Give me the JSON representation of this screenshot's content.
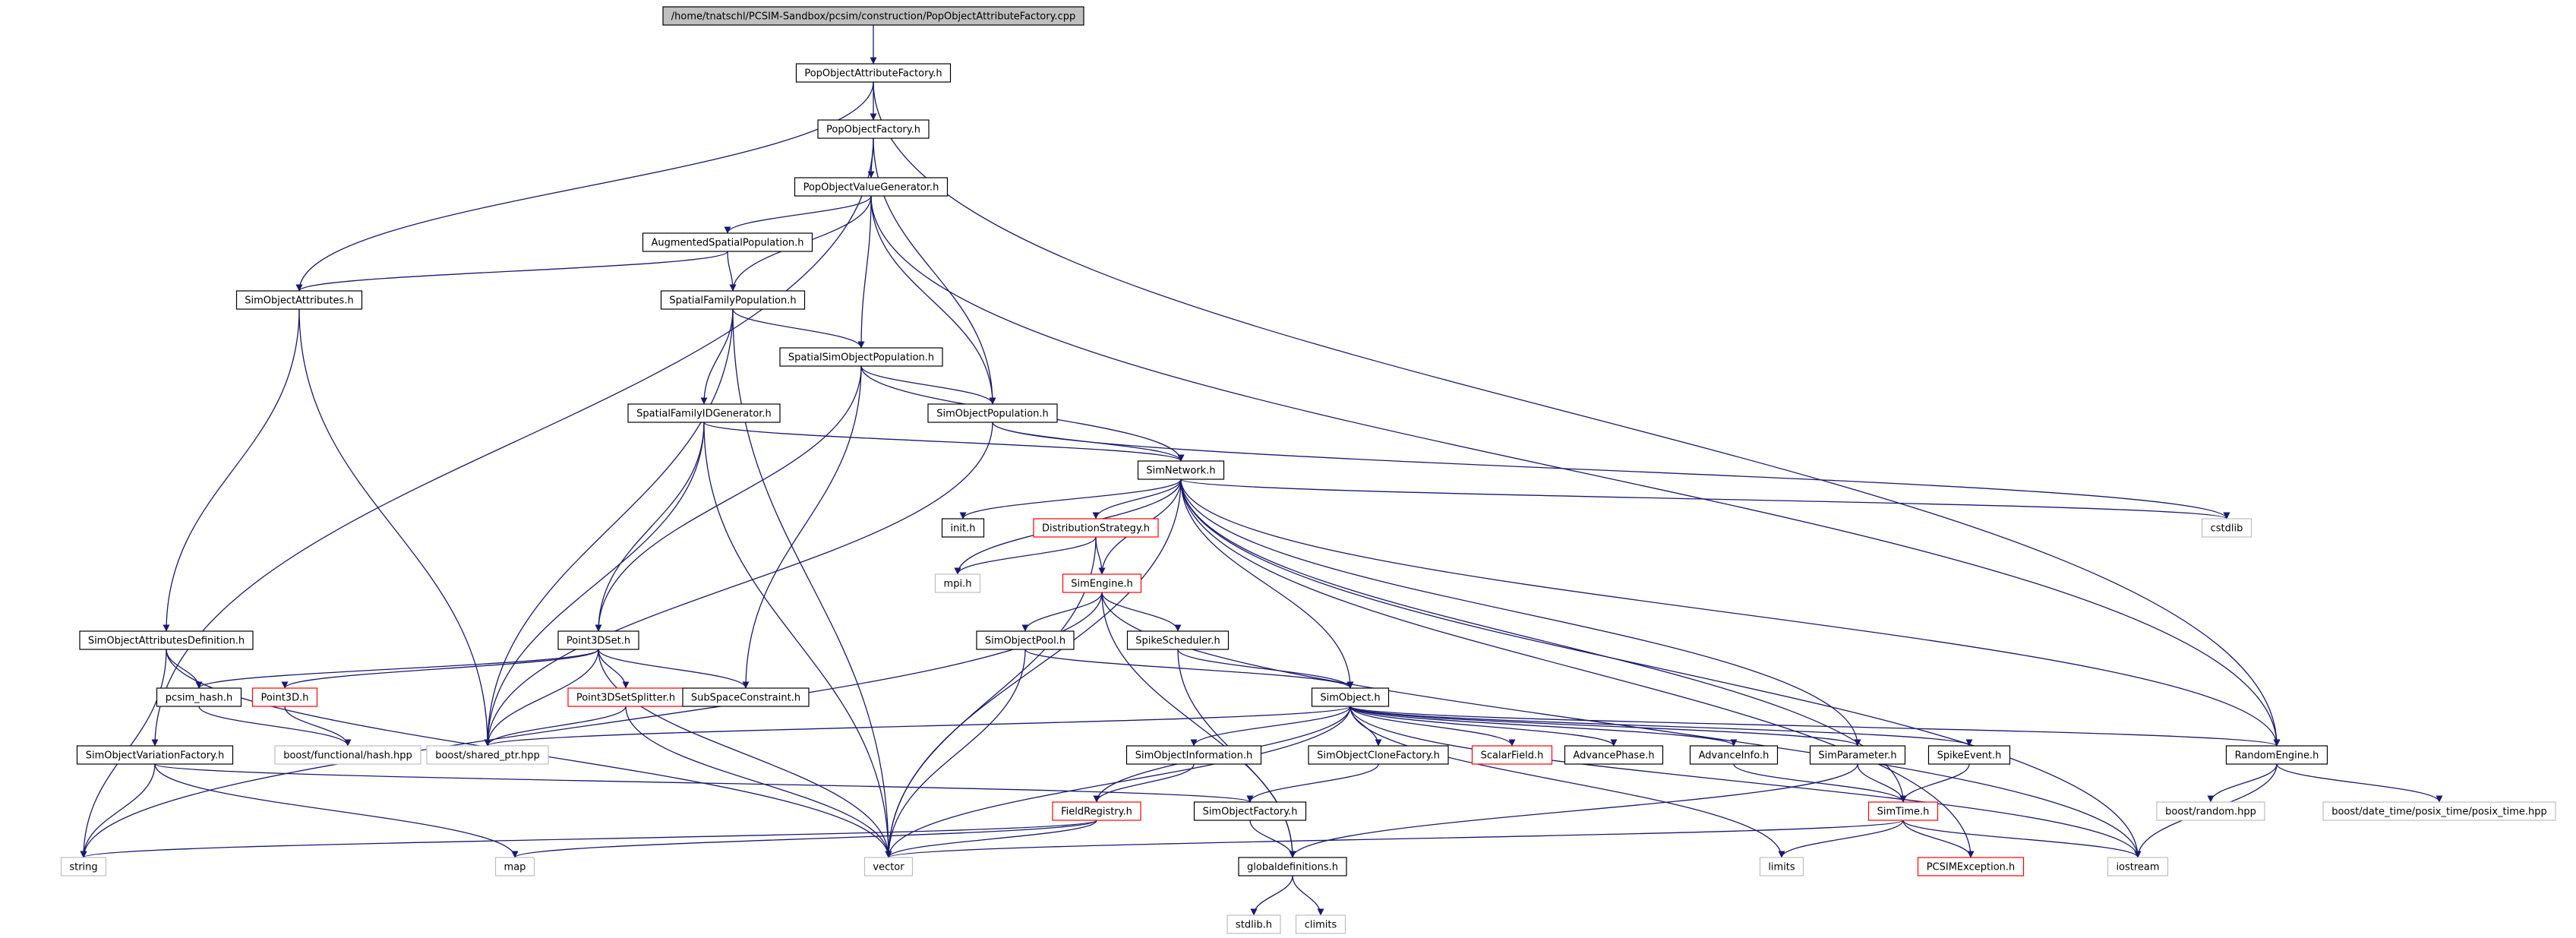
{
  "colors": {
    "edge": "#191970",
    "border_normal": "#000000",
    "border_truncated": "#ff0000",
    "border_external": "#bfbfbf",
    "fill_root": "#bfbfbf",
    "text": "#000000",
    "background": "#ffffff"
  },
  "nodes": [
    {
      "id": "n0",
      "label": "/home/tnatschl/PCSIM-Sandbox/pcsim/construction/PopObjectAttributeFactory.cpp",
      "kind": "root"
    },
    {
      "id": "n1",
      "label": "PopObjectAttributeFactory.h",
      "kind": "normal"
    },
    {
      "id": "n2",
      "label": "PopObjectFactory.h",
      "kind": "normal"
    },
    {
      "id": "n3",
      "label": "PopObjectValueGenerator.h",
      "kind": "normal"
    },
    {
      "id": "n4",
      "label": "AugmentedSpatialPopulation.h",
      "kind": "normal"
    },
    {
      "id": "n5",
      "label": "SimObjectAttributes.h",
      "kind": "normal"
    },
    {
      "id": "n6",
      "label": "SpatialFamilyPopulation.h",
      "kind": "normal"
    },
    {
      "id": "n7",
      "label": "SpatialSimObjectPopulation.h",
      "kind": "normal"
    },
    {
      "id": "n8",
      "label": "SpatialFamilyIDGenerator.h",
      "kind": "normal"
    },
    {
      "id": "n9",
      "label": "SimObjectPopulation.h",
      "kind": "normal"
    },
    {
      "id": "n10",
      "label": "SimNetwork.h",
      "kind": "normal"
    },
    {
      "id": "n11",
      "label": "cstdlib",
      "kind": "external"
    },
    {
      "id": "n12",
      "label": "init.h",
      "kind": "normal"
    },
    {
      "id": "n13",
      "label": "DistributionStrategy.h",
      "kind": "truncated"
    },
    {
      "id": "n14",
      "label": "mpi.h",
      "kind": "external"
    },
    {
      "id": "n15",
      "label": "SimEngine.h",
      "kind": "truncated"
    },
    {
      "id": "n16",
      "label": "SimObjectAttributesDefinition.h",
      "kind": "normal"
    },
    {
      "id": "n17",
      "label": "Point3DSet.h",
      "kind": "normal"
    },
    {
      "id": "n18",
      "label": "SimObjectPool.h",
      "kind": "normal"
    },
    {
      "id": "n19",
      "label": "SpikeScheduler.h",
      "kind": "normal"
    },
    {
      "id": "n20",
      "label": "pcsim_hash.h",
      "kind": "normal"
    },
    {
      "id": "n21",
      "label": "Point3D.h",
      "kind": "truncated"
    },
    {
      "id": "n22",
      "label": "Point3DSetSplitter.h",
      "kind": "truncated"
    },
    {
      "id": "n23",
      "label": "SubSpaceConstraint.h",
      "kind": "normal"
    },
    {
      "id": "n24",
      "label": "SimObject.h",
      "kind": "normal"
    },
    {
      "id": "n25",
      "label": "boost/functional/hash.hpp",
      "kind": "external"
    },
    {
      "id": "n26",
      "label": "boost/shared_ptr.hpp",
      "kind": "external"
    },
    {
      "id": "n27",
      "label": "SimObjectVariationFactory.h",
      "kind": "normal"
    },
    {
      "id": "n28",
      "label": "SimObjectInformation.h",
      "kind": "normal"
    },
    {
      "id": "n29",
      "label": "SimObjectCloneFactory.h",
      "kind": "normal"
    },
    {
      "id": "n30",
      "label": "ScalarField.h",
      "kind": "truncated"
    },
    {
      "id": "n31",
      "label": "AdvancePhase.h",
      "kind": "normal"
    },
    {
      "id": "n32",
      "label": "AdvanceInfo.h",
      "kind": "normal"
    },
    {
      "id": "n33",
      "label": "SimParameter.h",
      "kind": "normal"
    },
    {
      "id": "n34",
      "label": "SpikeEvent.h",
      "kind": "normal"
    },
    {
      "id": "n35",
      "label": "RandomEngine.h",
      "kind": "normal"
    },
    {
      "id": "n36",
      "label": "FieldRegistry.h",
      "kind": "truncated"
    },
    {
      "id": "n37",
      "label": "SimObjectFactory.h",
      "kind": "normal"
    },
    {
      "id": "n38",
      "label": "SimTime.h",
      "kind": "truncated"
    },
    {
      "id": "n39",
      "label": "boost/random.hpp",
      "kind": "external"
    },
    {
      "id": "n40",
      "label": "boost/date_time/posix_time/posix_time.hpp",
      "kind": "external"
    },
    {
      "id": "n41",
      "label": "string",
      "kind": "external"
    },
    {
      "id": "n42",
      "label": "map",
      "kind": "external"
    },
    {
      "id": "n43",
      "label": "vector",
      "kind": "external"
    },
    {
      "id": "n44",
      "label": "globaldefinitions.h",
      "kind": "normal"
    },
    {
      "id": "n45",
      "label": "limits",
      "kind": "external"
    },
    {
      "id": "n46",
      "label": "PCSIMException.h",
      "kind": "truncated"
    },
    {
      "id": "n47",
      "label": "iostream",
      "kind": "external"
    },
    {
      "id": "n48",
      "label": "stdlib.h",
      "kind": "external"
    },
    {
      "id": "n49",
      "label": "climits",
      "kind": "external"
    }
  ],
  "edges": [
    [
      "n0",
      "n1"
    ],
    [
      "n1",
      "n2"
    ],
    [
      "n1",
      "n5"
    ],
    [
      "n1",
      "n35"
    ],
    [
      "n2",
      "n3"
    ],
    [
      "n2",
      "n27"
    ],
    [
      "n2",
      "n9"
    ],
    [
      "n3",
      "n4"
    ],
    [
      "n3",
      "n6"
    ],
    [
      "n3",
      "n7"
    ],
    [
      "n3",
      "n9"
    ],
    [
      "n3",
      "n35"
    ],
    [
      "n4",
      "n5"
    ],
    [
      "n4",
      "n6"
    ],
    [
      "n5",
      "n16"
    ],
    [
      "n5",
      "n26"
    ],
    [
      "n6",
      "n7"
    ],
    [
      "n6",
      "n8"
    ],
    [
      "n6",
      "n26"
    ],
    [
      "n6",
      "n43"
    ],
    [
      "n7",
      "n9"
    ],
    [
      "n7",
      "n10"
    ],
    [
      "n7",
      "n17"
    ],
    [
      "n7",
      "n23"
    ],
    [
      "n8",
      "n10"
    ],
    [
      "n8",
      "n17"
    ],
    [
      "n8",
      "n26"
    ],
    [
      "n8",
      "n43"
    ],
    [
      "n9",
      "n10"
    ],
    [
      "n9",
      "n11"
    ],
    [
      "n9",
      "n26"
    ],
    [
      "n10",
      "n11"
    ],
    [
      "n10",
      "n12"
    ],
    [
      "n10",
      "n13"
    ],
    [
      "n10",
      "n14"
    ],
    [
      "n10",
      "n15"
    ],
    [
      "n10",
      "n24"
    ],
    [
      "n10",
      "n33"
    ],
    [
      "n10",
      "n35"
    ],
    [
      "n10",
      "n38"
    ],
    [
      "n10",
      "n46"
    ],
    [
      "n10",
      "n47"
    ],
    [
      "n10",
      "n43"
    ],
    [
      "n13",
      "n14"
    ],
    [
      "n13",
      "n15"
    ],
    [
      "n13",
      "n43"
    ],
    [
      "n15",
      "n18"
    ],
    [
      "n15",
      "n19"
    ],
    [
      "n15",
      "n41"
    ],
    [
      "n15",
      "n44"
    ],
    [
      "n15",
      "n47"
    ],
    [
      "n16",
      "n20"
    ],
    [
      "n16",
      "n41"
    ],
    [
      "n16",
      "n43"
    ],
    [
      "n17",
      "n20"
    ],
    [
      "n17",
      "n21"
    ],
    [
      "n17",
      "n22"
    ],
    [
      "n17",
      "n23"
    ],
    [
      "n17",
      "n26"
    ],
    [
      "n17",
      "n43"
    ],
    [
      "n18",
      "n24"
    ],
    [
      "n18",
      "n43"
    ],
    [
      "n19",
      "n24"
    ],
    [
      "n19",
      "n44"
    ],
    [
      "n20",
      "n25"
    ],
    [
      "n21",
      "n25"
    ],
    [
      "n22",
      "n26"
    ],
    [
      "n22",
      "n43"
    ],
    [
      "n24",
      "n26"
    ],
    [
      "n24",
      "n28"
    ],
    [
      "n24",
      "n29"
    ],
    [
      "n24",
      "n30"
    ],
    [
      "n24",
      "n31"
    ],
    [
      "n24",
      "n32"
    ],
    [
      "n24",
      "n33"
    ],
    [
      "n24",
      "n34"
    ],
    [
      "n24",
      "n35"
    ],
    [
      "n24",
      "n36"
    ],
    [
      "n24",
      "n43"
    ],
    [
      "n24",
      "n45"
    ],
    [
      "n24",
      "n47"
    ],
    [
      "n27",
      "n37"
    ],
    [
      "n27",
      "n41"
    ],
    [
      "n27",
      "n42"
    ],
    [
      "n28",
      "n36"
    ],
    [
      "n29",
      "n37"
    ],
    [
      "n32",
      "n38"
    ],
    [
      "n33",
      "n38"
    ],
    [
      "n33",
      "n44"
    ],
    [
      "n34",
      "n38"
    ],
    [
      "n35",
      "n39"
    ],
    [
      "n35",
      "n40"
    ],
    [
      "n35",
      "n47"
    ],
    [
      "n36",
      "n41"
    ],
    [
      "n36",
      "n42"
    ],
    [
      "n36",
      "n43"
    ],
    [
      "n37",
      "n44"
    ],
    [
      "n38",
      "n43"
    ],
    [
      "n38",
      "n45"
    ],
    [
      "n38",
      "n46"
    ],
    [
      "n38",
      "n47"
    ],
    [
      "n44",
      "n48"
    ],
    [
      "n44",
      "n49"
    ]
  ]
}
